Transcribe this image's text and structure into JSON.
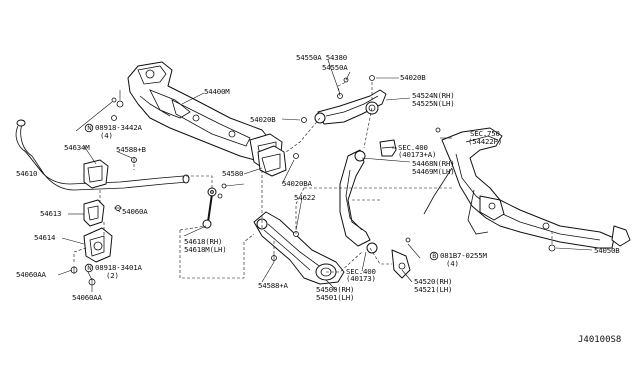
{
  "labels": {
    "l54550A_54380": "54550A 54380",
    "l54550A": "54550A",
    "l54020B_top": "54020B",
    "l54524N": "54524N(RH)",
    "l54525N": "54525N(LH)",
    "l54400M": "54400M",
    "l54020B_mid": "54020B",
    "lSEC750": "SEC.750",
    "l54422P": "(54422P)",
    "lSEC400_top": "SEC.400",
    "l40173A": "(40173+A)",
    "l54468N": "54468N(RH)",
    "l54469M": "54469M(LH)",
    "l08918_3442A": "08918-3442A",
    "l4_a": "(4)",
    "l54634M": "54634M",
    "l54588B": "54588+B",
    "l54610": "54610",
    "l54580": "54580",
    "l54020BA": "54020BA",
    "l54622": "54622",
    "l54613": "54613",
    "l54060A": "54060A",
    "l54614": "54614",
    "l54618": "54618(RH)",
    "l54618M": "54618M(LH)",
    "l08918_3401A": "08918-3401A",
    "l2": "(2)",
    "l54060AA_a": "54060AA",
    "l54060AA_b": "54060AA",
    "l54588A": "54588+A",
    "lSEC400_bot": "SEC.400",
    "l40173": "(40173)",
    "l54500": "54500(RH)",
    "l54501": "54501(LH)",
    "l081B7": "081B7-0255M",
    "l4_b": "(4)",
    "l54520": "54520(RH)",
    "l54521": "54521(LH)",
    "l54050B": "54050B",
    "diagram_code": "J40100S8"
  },
  "circle_marks": {
    "n1": "N",
    "n2": "N",
    "b1": "B"
  }
}
